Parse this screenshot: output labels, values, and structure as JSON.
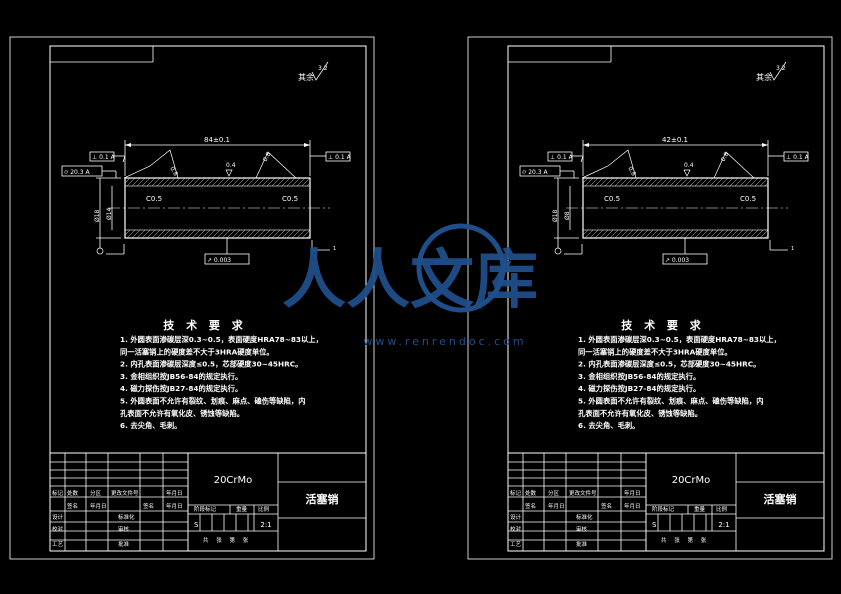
{
  "watermark": {
    "main_text": "人人文库",
    "url_text": "www.renrendoc.com",
    "color": "#1f4f8a"
  },
  "sheets": [
    {
      "name": "left",
      "overall_length": "84±0.1",
      "perp_left": "⊥ 0.1 A",
      "perp_right": "⊥ 0.1 A",
      "cyl_box": "⌭ 20.3 A",
      "outer_dia": "Ø18",
      "inner_dia": "Ø14",
      "chamfer_left": "C0.5",
      "chamfer_right": "C0.5",
      "roughness_a": "0.8",
      "roughness_b": "0.4",
      "roughness_c": "0.8",
      "runout": "↗ 0.003",
      "rest_label": "其余",
      "rest_value": "3.2",
      "note_title": "技 术 要 求",
      "notes": [
        "1. 外圆表面渗碳层深0.3~0.5，表面硬度HRA78~83以上，",
        "   同一活塞销上的硬度差不大于3HRA硬度单位。",
        "2. 内孔表面渗碳层深度≤0.5，芯部硬度30~45HRC。",
        "3. 金相组织按JB56-84的规定执行。",
        "4. 磁力探伤按JB27-84的规定执行。",
        "5. 外圆表面不允许有裂纹、划痕、麻点、磕伤等缺陷，内",
        "   孔表面不允许有氧化皮、锈蚀等缺陷。",
        "6. 去尖角、毛刺。"
      ],
      "material": "20CrMo",
      "part_name": "活塞销",
      "scale": "2:1",
      "s_mark": "S",
      "tb": {
        "h1": "标记",
        "h2": "处数",
        "h3": "分区",
        "h4": "更改文件号",
        "h5": "签名",
        "h6": "年月日",
        "r1": "设计",
        "r1b": "标准化",
        "r1c": "阶段标记",
        "r1d": "重量",
        "r1e": "比例",
        "r2": "校对",
        "r3": "审核",
        "r3b": "审核",
        "r4": "工艺",
        "r4b": "批准",
        "r4c": "共 张 第 张"
      }
    },
    {
      "name": "right",
      "overall_length": "42±0.1",
      "perp_left": "⊥ 0.1 A",
      "perp_right": "⊥ 0.1 A",
      "cyl_box": "⌭ 20.3 A",
      "outer_dia": "Ø18",
      "inner_dia": "Ø8",
      "chamfer_left": "C0.5",
      "chamfer_right": "C0.5",
      "roughness_a": "0.8",
      "roughness_b": "0.4",
      "roughness_c": "0.8",
      "runout": "↗ 0.003",
      "rest_label": "其余",
      "rest_value": "3.2",
      "note_title": "技 术 要 求",
      "notes": [
        "1. 外圆表面渗碳层深0.3~0.5，表面硬度HRA78~83以上，",
        "   同一活塞销上的硬度差不大于3HRA硬度单位。",
        "2. 内孔表面渗碳层深度≤0.5，芯部硬度30~45HRC。",
        "3. 金相组织按JB56-84的规定执行。",
        "4. 磁力探伤按JB27-84的规定执行。",
        "5. 外圆表面不允许有裂纹、划痕、麻点、磕伤等缺陷，内",
        "   孔表面不允许有氧化皮、锈蚀等缺陷。",
        "6. 去尖角、毛刺。"
      ],
      "material": "20CrMo",
      "part_name": "活塞销",
      "scale": "2:1",
      "s_mark": "S",
      "tb": {
        "h1": "标记",
        "h2": "处数",
        "h3": "分区",
        "h4": "更改文件号",
        "h5": "签名",
        "h6": "年月日",
        "r1": "设计",
        "r1b": "标准化",
        "r1c": "阶段标记",
        "r1d": "重量",
        "r1e": "比例",
        "r2": "校对",
        "r3": "审核",
        "r3b": "审核",
        "r4": "工艺",
        "r4b": "批准",
        "r4c": "共 张 第 张"
      }
    }
  ]
}
